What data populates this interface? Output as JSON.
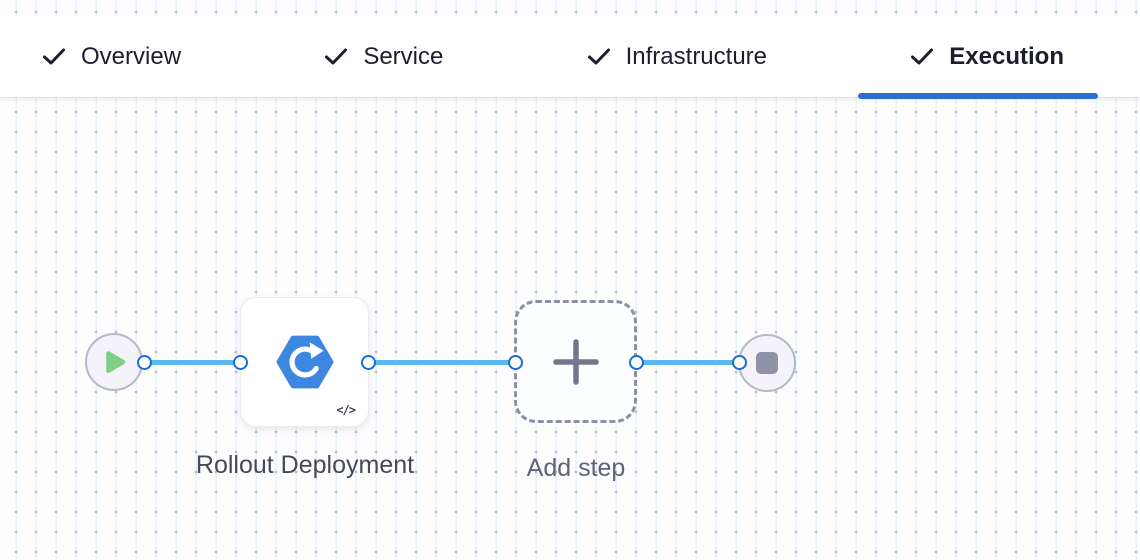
{
  "header": {
    "tabs": [
      {
        "label": "Overview",
        "state": "completed",
        "active": false
      },
      {
        "label": "Service",
        "state": "completed",
        "active": false
      },
      {
        "label": "Infrastructure",
        "state": "completed",
        "active": false
      },
      {
        "label": "Execution",
        "state": "completed",
        "active": true
      }
    ]
  },
  "pipeline": {
    "start_node": {
      "icon": "play-icon"
    },
    "steps": [
      {
        "label": "Rollout Deployment",
        "icon": "rolling-update-hexagon-icon",
        "corner_glyph": "</>"
      }
    ],
    "add_step": {
      "label": "Add step",
      "icon": "plus-icon"
    },
    "end_node": {
      "icon": "stop-icon"
    }
  },
  "colors": {
    "active_tab_underline": "#2b6fd2",
    "tab_text": "#1d1e2b",
    "connector_line": "#5cb8f0",
    "port_border": "#1a6dd4",
    "step_icon_blue": "#3d87e0",
    "start_play_green": "#7fd087",
    "end_stop_gray": "#9092a8",
    "node_circle_fill": "#f3f3f9",
    "dashed_border": "#8e90a7",
    "canvas_dot": "#b9bdc9"
  }
}
